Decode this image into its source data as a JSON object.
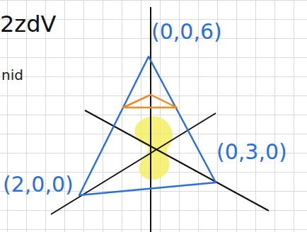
{
  "diagram": {
    "labels": [
      "2zdV",
      "nid",
      "(0,0,6)",
      "(2,0,0)",
      "(0,3,0)"
    ]
  }
}
